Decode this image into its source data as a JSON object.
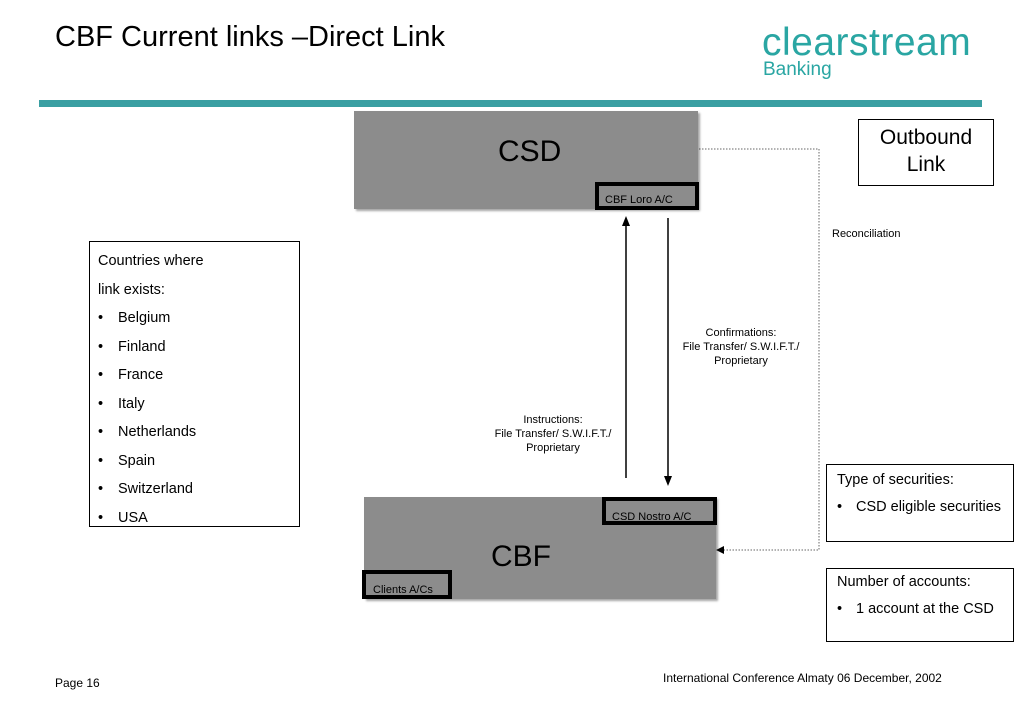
{
  "slide": {
    "title": "CBF Current links –Direct Link",
    "logo": {
      "main": "clearstream",
      "sub": "Banking"
    }
  },
  "colors": {
    "accent": "#3a9fa2",
    "logo": "#2aa6a3",
    "box_fill": "#8c8c8c"
  },
  "diagram": {
    "csd": {
      "name": "CSD",
      "account": "CBF Loro A/C"
    },
    "cbf": {
      "name": "CBF",
      "account": "CSD Nostro A/C",
      "clients": "Clients A/Cs"
    },
    "outbound": {
      "line1": "Outbound",
      "line2": "Link"
    },
    "reconciliation": "Reconciliation",
    "confirmations": {
      "line1": "Confirmations:",
      "line2": "File Transfer/ S.W.I.F.T./",
      "line3": "Proprietary"
    },
    "instructions": {
      "line1": "Instructions:",
      "line2": "File Transfer/ S.W.I.F.T./",
      "line3": "Proprietary"
    },
    "countries": {
      "heading_line1": "Countries where",
      "heading_line2": "link exists:",
      "items": [
        "Belgium",
        "Finland",
        "France",
        "Italy",
        "Netherlands",
        "Spain",
        "Switzerland",
        "USA"
      ]
    },
    "securities": {
      "heading": "Type of securities:",
      "item": "CSD eligible securities"
    },
    "accounts": {
      "heading": "Number of accounts:",
      "item": "1 account at the CSD"
    }
  },
  "footer": {
    "page": "Page 16",
    "conference": "International Conference Almaty 06 December, 2002"
  }
}
